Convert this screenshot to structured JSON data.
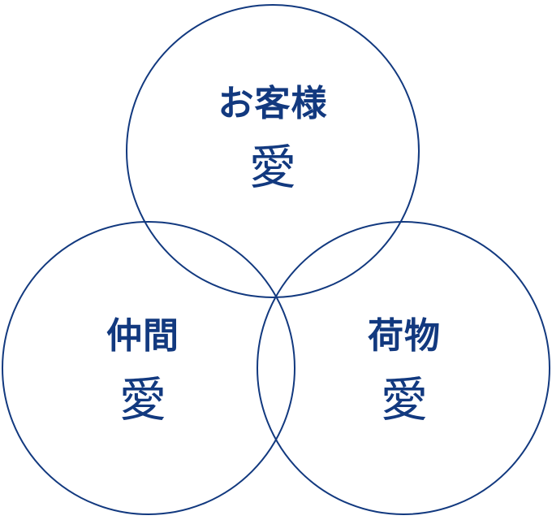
{
  "colors": {
    "primary": "#12397f"
  },
  "circles": [
    {
      "title": "お客様",
      "value": "愛"
    },
    {
      "title": "仲間",
      "value": "愛"
    },
    {
      "title": "荷物",
      "value": "愛"
    }
  ]
}
